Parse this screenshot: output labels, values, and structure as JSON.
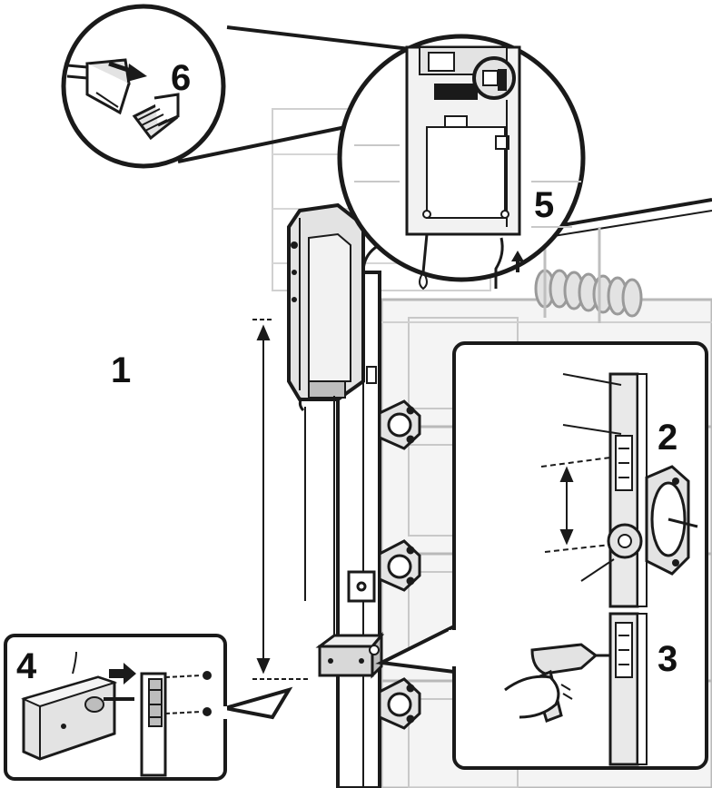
{
  "colors": {
    "ink": "#1a1a1a",
    "door_line": "#b9b9b9",
    "door_fill": "#f4f4f4",
    "part_fill": "#e3e3e3",
    "part_dark": "#bdbdbd"
  },
  "steps": {
    "s1": "1",
    "s2": "2",
    "s3": "3",
    "s4": "4",
    "s5": "5",
    "s6": "6"
  },
  "icons": [
    "arrow-right-icon",
    "arrow-up-icon",
    "screw-icon",
    "drill-icon"
  ]
}
